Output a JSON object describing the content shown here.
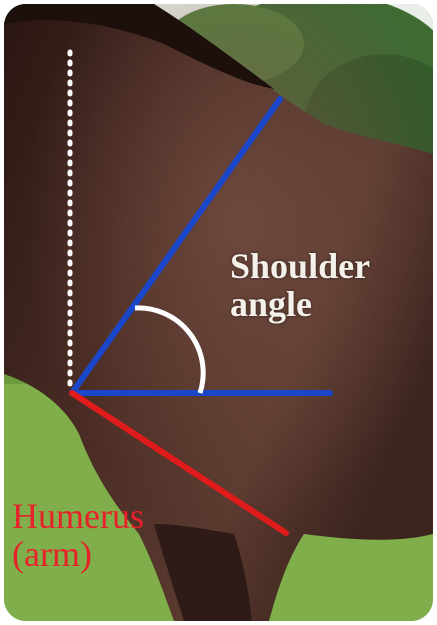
{
  "labels": {
    "shoulder_line1": "Shoulder",
    "shoulder_line2": "angle",
    "humerus_line1": "Humerus",
    "humerus_line2": "(arm)"
  },
  "colors": {
    "shoulder_line": "#1a47c9",
    "humerus_line": "#e01b1b",
    "angle_arc": "#ffffff",
    "vertical_reference": "#ffffff",
    "horse_coat": "#3d2620",
    "grass": "#7fae4a",
    "trees": "#3f6b33",
    "sky": "#e9efe8"
  },
  "icons": {
    "dotted_line": "vertical-reference-line",
    "angle_marker": "angle-arc"
  }
}
